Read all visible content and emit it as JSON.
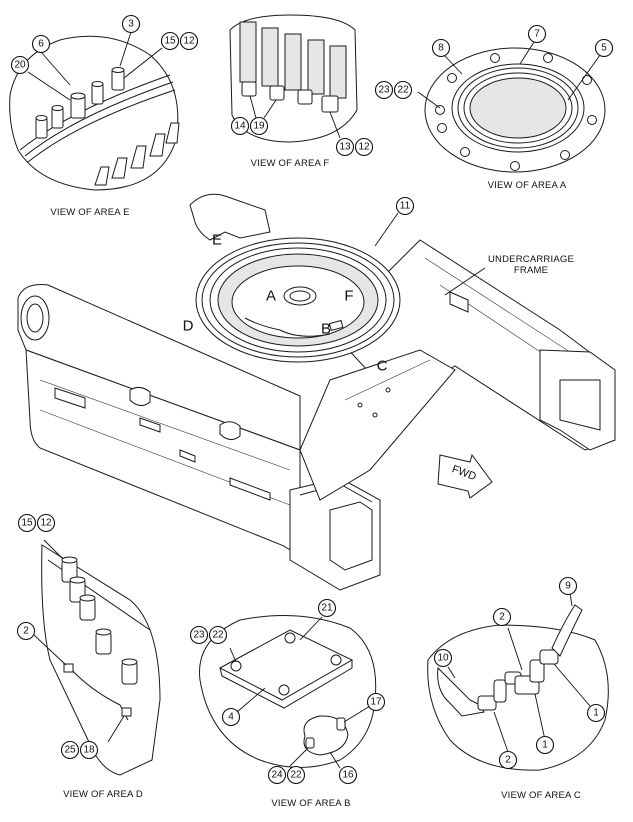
{
  "views": {
    "area_e": {
      "caption": "VIEW OF AREA E"
    },
    "area_f": {
      "caption": "VIEW OF AREA F"
    },
    "area_a": {
      "caption": "VIEW OF AREA A"
    },
    "area_d": {
      "caption": "VIEW OF AREA D"
    },
    "area_b": {
      "caption": "VIEW OF AREA B"
    },
    "area_c": {
      "caption": "VIEW OF AREA C"
    }
  },
  "main": {
    "frame_label_line1": "UNDERCARRIAGE",
    "frame_label_line2": "FRAME",
    "fwd_label": "FWD",
    "area_letters": {
      "a": "A",
      "b": "B",
      "c": "C",
      "d": "D",
      "e": "E",
      "f": "F"
    }
  },
  "callouts": {
    "e_3": "3",
    "e_6": "6",
    "e_20": "20",
    "e_15": "15",
    "e_12": "12",
    "f_14": "14",
    "f_19": "19",
    "f_13": "13",
    "f_12": "12",
    "a_8": "8",
    "a_7": "7",
    "a_5": "5",
    "a_23": "23",
    "a_22": "22",
    "m_11": "11",
    "d_15": "15",
    "d_12": "12",
    "d_2": "2",
    "d_25": "25",
    "d_18": "18",
    "b_21": "21",
    "b_23": "23",
    "b_22": "22",
    "b_4": "4",
    "b_17": "17",
    "b_24": "24",
    "b_22b": "22",
    "b_16": "16",
    "c_9": "9",
    "c_2": "2",
    "c_10": "10",
    "c_1": "1",
    "c_1b": "1",
    "c_2b": "2"
  }
}
